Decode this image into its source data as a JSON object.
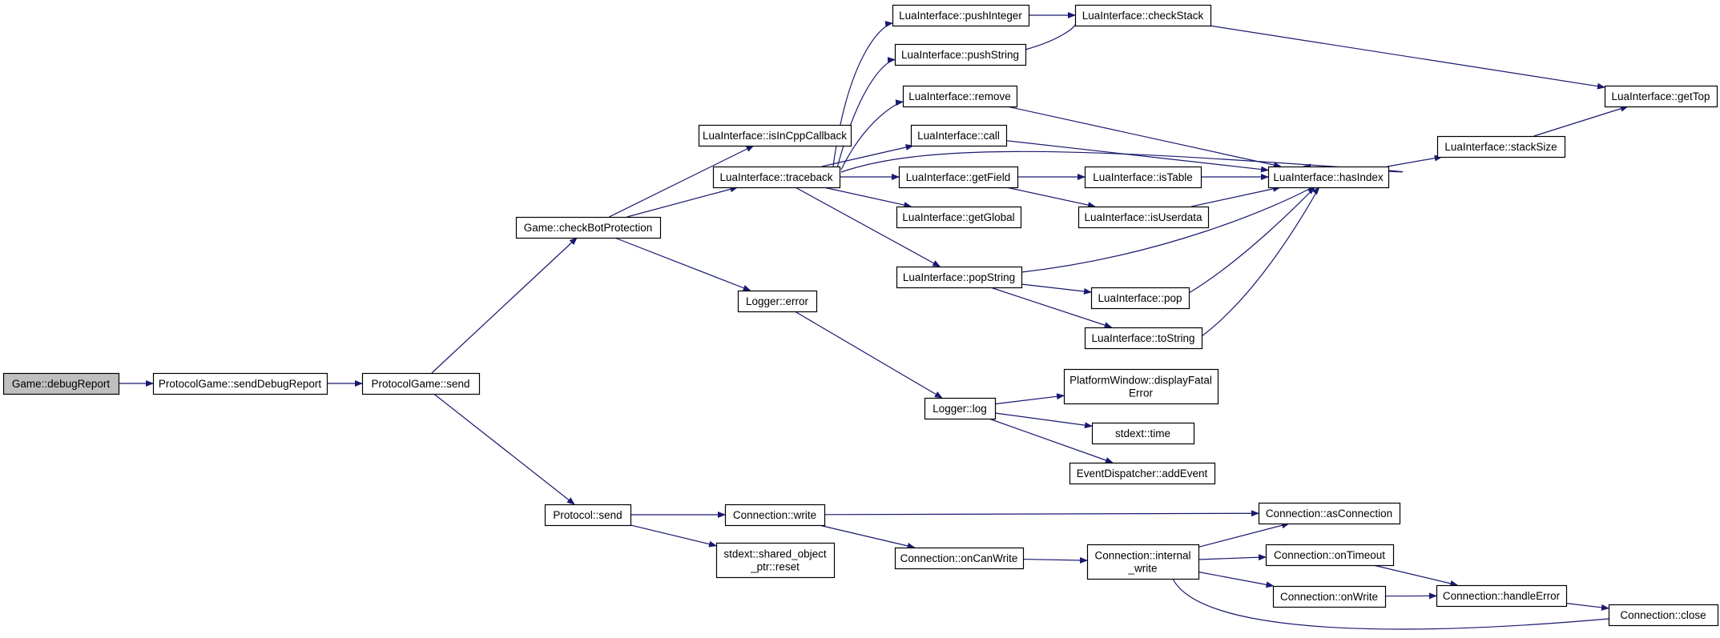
{
  "colors": {
    "edge": "#191970",
    "node_border": "#000000",
    "node_fill": "#ffffff",
    "root_fill": "#bfbfbf",
    "text": "#000000"
  },
  "nodes": [
    {
      "id": "debugReport",
      "lines": [
        "Game::debugReport"
      ],
      "root": true
    },
    {
      "id": "sendDebugReport",
      "lines": [
        "ProtocolGame::sendDebugReport"
      ]
    },
    {
      "id": "pgSend",
      "lines": [
        "ProtocolGame::send"
      ]
    },
    {
      "id": "checkBot",
      "lines": [
        "Game::checkBotProtection"
      ]
    },
    {
      "id": "protoSend",
      "lines": [
        "Protocol::send"
      ]
    },
    {
      "id": "isInCpp",
      "lines": [
        "LuaInterface::isInCppCallback"
      ]
    },
    {
      "id": "traceback",
      "lines": [
        "LuaInterface::traceback"
      ]
    },
    {
      "id": "loggerError",
      "lines": [
        "Logger::error"
      ]
    },
    {
      "id": "pushInteger",
      "lines": [
        "LuaInterface::pushInteger"
      ]
    },
    {
      "id": "pushString",
      "lines": [
        "LuaInterface::pushString"
      ]
    },
    {
      "id": "remove",
      "lines": [
        "LuaInterface::remove"
      ]
    },
    {
      "id": "call",
      "lines": [
        "LuaInterface::call"
      ]
    },
    {
      "id": "getField",
      "lines": [
        "LuaInterface::getField"
      ]
    },
    {
      "id": "getGlobal",
      "lines": [
        "LuaInterface::getGlobal"
      ]
    },
    {
      "id": "popString",
      "lines": [
        "LuaInterface::popString"
      ]
    },
    {
      "id": "checkStack",
      "lines": [
        "LuaInterface::checkStack"
      ]
    },
    {
      "id": "isTable",
      "lines": [
        "LuaInterface::isTable"
      ]
    },
    {
      "id": "isUserdata",
      "lines": [
        "LuaInterface::isUserdata"
      ]
    },
    {
      "id": "pop",
      "lines": [
        "LuaInterface::pop"
      ]
    },
    {
      "id": "toString",
      "lines": [
        "LuaInterface::toString"
      ]
    },
    {
      "id": "hasIndex",
      "lines": [
        "LuaInterface::hasIndex"
      ]
    },
    {
      "id": "stackSize",
      "lines": [
        "LuaInterface::stackSize"
      ]
    },
    {
      "id": "getTop",
      "lines": [
        "LuaInterface::getTop"
      ]
    },
    {
      "id": "loggerLog",
      "lines": [
        "Logger::log"
      ]
    },
    {
      "id": "displayFatal",
      "lines": [
        "PlatformWindow::displayFatal",
        "Error"
      ]
    },
    {
      "id": "stdextTime",
      "lines": [
        "stdext::time"
      ]
    },
    {
      "id": "addEvent",
      "lines": [
        "EventDispatcher::addEvent"
      ]
    },
    {
      "id": "connWrite",
      "lines": [
        "Connection::write"
      ]
    },
    {
      "id": "sharedReset",
      "lines": [
        "stdext::shared_object",
        "_ptr::reset"
      ]
    },
    {
      "id": "onCanWrite",
      "lines": [
        "Connection::onCanWrite"
      ]
    },
    {
      "id": "internalWrite",
      "lines": [
        "Connection::internal",
        "_write"
      ]
    },
    {
      "id": "asConnection",
      "lines": [
        "Connection::asConnection"
      ]
    },
    {
      "id": "onTimeout",
      "lines": [
        "Connection::onTimeout"
      ]
    },
    {
      "id": "onWrite",
      "lines": [
        "Connection::onWrite"
      ]
    },
    {
      "id": "handleError",
      "lines": [
        "Connection::handleError"
      ]
    },
    {
      "id": "close",
      "lines": [
        "Connection::close"
      ]
    }
  ],
  "edges": [
    [
      "debugReport",
      "sendDebugReport"
    ],
    [
      "sendDebugReport",
      "pgSend"
    ],
    [
      "pgSend",
      "checkBot"
    ],
    [
      "pgSend",
      "protoSend"
    ],
    [
      "checkBot",
      "isInCpp"
    ],
    [
      "checkBot",
      "traceback"
    ],
    [
      "checkBot",
      "loggerError"
    ],
    [
      "traceback",
      "pushInteger"
    ],
    [
      "traceback",
      "pushString"
    ],
    [
      "traceback",
      "remove"
    ],
    [
      "traceback",
      "call"
    ],
    [
      "traceback",
      "getField"
    ],
    [
      "traceback",
      "getGlobal"
    ],
    [
      "traceback",
      "popString"
    ],
    [
      "traceback",
      "hasIndex"
    ],
    [
      "pushInteger",
      "checkStack"
    ],
    [
      "pushString",
      "checkStack"
    ],
    [
      "checkStack",
      "getTop"
    ],
    [
      "remove",
      "hasIndex"
    ],
    [
      "call",
      "hasIndex"
    ],
    [
      "getField",
      "isTable"
    ],
    [
      "getField",
      "isUserdata"
    ],
    [
      "isTable",
      "hasIndex"
    ],
    [
      "isUserdata",
      "hasIndex"
    ],
    [
      "popString",
      "hasIndex"
    ],
    [
      "popString",
      "pop"
    ],
    [
      "popString",
      "toString"
    ],
    [
      "pop",
      "hasIndex"
    ],
    [
      "toString",
      "hasIndex"
    ],
    [
      "hasIndex",
      "stackSize"
    ],
    [
      "stackSize",
      "getTop"
    ],
    [
      "loggerError",
      "loggerLog"
    ],
    [
      "loggerLog",
      "displayFatal"
    ],
    [
      "loggerLog",
      "stdextTime"
    ],
    [
      "loggerLog",
      "addEvent"
    ],
    [
      "protoSend",
      "connWrite"
    ],
    [
      "protoSend",
      "sharedReset"
    ],
    [
      "connWrite",
      "asConnection"
    ],
    [
      "connWrite",
      "onCanWrite"
    ],
    [
      "onCanWrite",
      "internalWrite"
    ],
    [
      "internalWrite",
      "asConnection"
    ],
    [
      "internalWrite",
      "onTimeout"
    ],
    [
      "internalWrite",
      "onWrite"
    ],
    [
      "onTimeout",
      "handleError"
    ],
    [
      "onWrite",
      "handleError"
    ],
    [
      "handleError",
      "close"
    ],
    [
      "close",
      "internalWrite"
    ]
  ]
}
